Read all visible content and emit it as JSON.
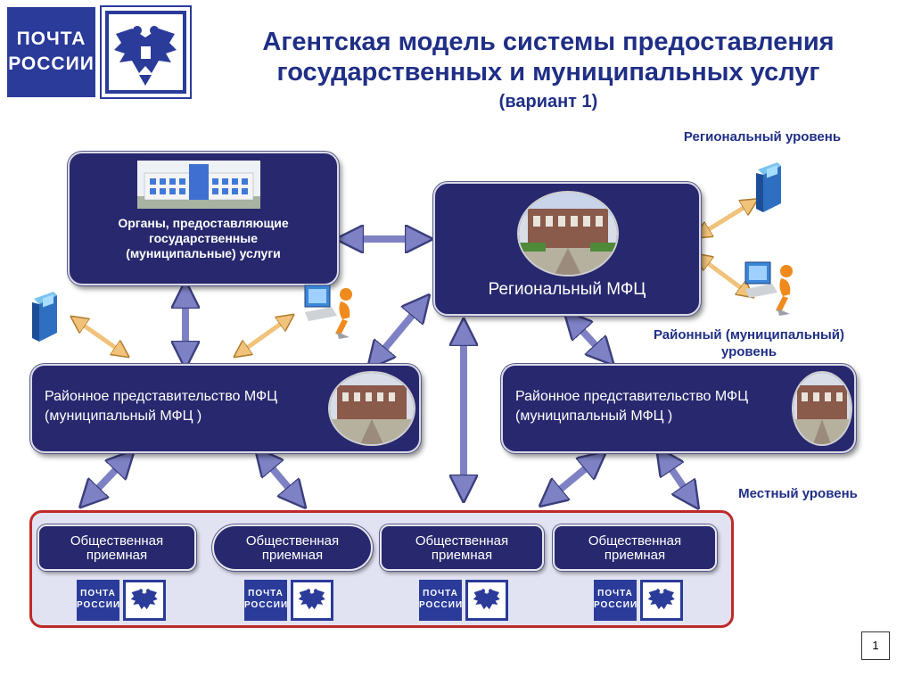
{
  "header": {
    "logo_text_line1": "ПОЧТА",
    "logo_text_line2": "РОССИИ",
    "title_line1": "Агентская модель системы предоставления",
    "title_line2": "государственных и муниципальных услуг",
    "subtitle": "(вариант 1)"
  },
  "levels": {
    "regional": "Региональный уровень",
    "district_line1": "Районный (муниципальный)",
    "district_line2": "уровень",
    "local": "Местный уровень"
  },
  "nodes": {
    "authorities": {
      "line1": "Органы, предоставляющие",
      "line2": "государственные",
      "line3": "(муниципальные) услуги"
    },
    "regional_mfc": "Региональный МФЦ",
    "district_left": {
      "line1": "Районное представительство МФЦ",
      "line2": "(муниципальный МФЦ )"
    },
    "district_right": {
      "line1": "Районное представительство МФЦ",
      "line2": "(муниципальный МФЦ )"
    }
  },
  "receptions": [
    {
      "line1": "Общественная",
      "line2": "приемная"
    },
    {
      "line1": "Общественная",
      "line2": "приемная"
    },
    {
      "line1": "Общественная",
      "line2": "приемная"
    },
    {
      "line1": "Общественная",
      "line2": "приемная"
    }
  ],
  "small_logos": [
    {
      "line1": "ПОЧТА",
      "line2": "РОССИИ"
    },
    {
      "line1": "ПОЧТА",
      "line2": "РОССИИ"
    },
    {
      "line1": "ПОЧТА",
      "line2": "РОССИИ"
    },
    {
      "line1": "ПОЧТА",
      "line2": "РОССИИ"
    }
  ],
  "page_number": "1",
  "colors": {
    "box_fill": "#28286f",
    "title": "#1f2f86",
    "arrow_blue": "#7e82c4",
    "arrow_orange": "#f1c27a",
    "local_border": "#c02a2a"
  }
}
